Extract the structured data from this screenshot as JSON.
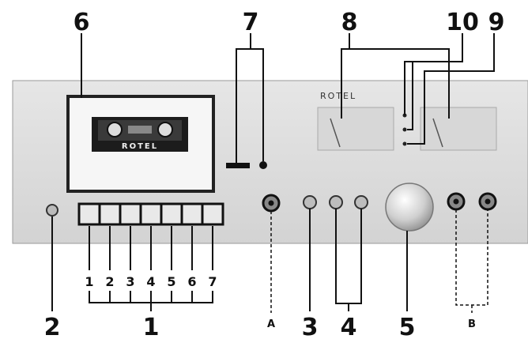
{
  "brand": "ROTEL",
  "cassette_brand": "ROTEL",
  "callouts_top": [
    "6",
    "7",
    "8",
    "10",
    "9"
  ],
  "key_numbers": [
    "1",
    "2",
    "3",
    "4",
    "5",
    "6",
    "7"
  ],
  "callouts_bottom": [
    "2",
    "1",
    "A",
    "3",
    "4",
    "5",
    "B"
  ],
  "colors": {
    "panel": "#dcdcdc",
    "line": "#111111",
    "knob": "#bdbdbd"
  }
}
